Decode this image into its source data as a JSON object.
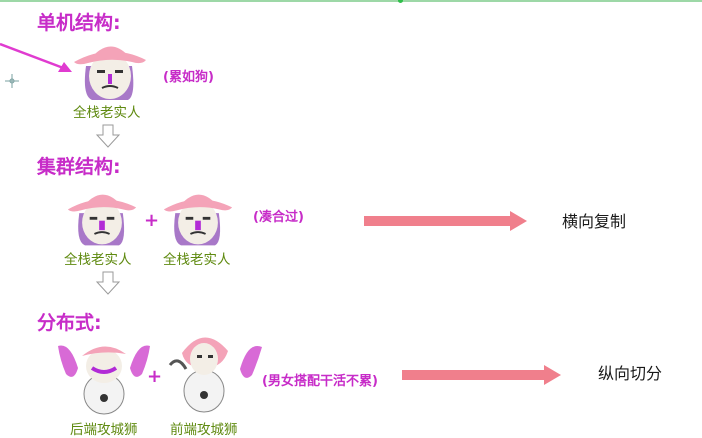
{
  "sections": {
    "single": {
      "heading": "单机结构:",
      "note": "(累如狗)",
      "caption": "全栈老实人"
    },
    "cluster": {
      "heading": "集群结构:",
      "plus": "+",
      "note": "(凑合过)",
      "caption_left": "全栈老实人",
      "caption_right": "全栈老实人",
      "result": "横向复制"
    },
    "distributed": {
      "heading": "分布式:",
      "plus": "+",
      "note": "(男女搭配干活不累)",
      "caption_left": "后端攻城狮",
      "caption_right": "前端攻城狮",
      "result": "纵向切分"
    }
  },
  "colors": {
    "heading": "#c72cc8",
    "caption": "#5f8a10",
    "arrow": "#f07f8c",
    "pointer": "#e03bd0",
    "hat": "#f4a3b8",
    "glove": "#d86ad6"
  },
  "icons": [
    "pointer-arrow-icon",
    "crosshair-icon",
    "down-arrow-icon",
    "right-arrow-icon",
    "meme-face-icon",
    "meme-dancer-icon"
  ]
}
